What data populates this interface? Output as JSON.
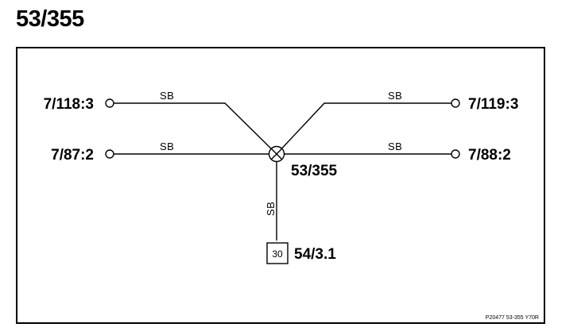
{
  "title": "53/355",
  "splice": {
    "label": "53/355"
  },
  "connectors": {
    "top_left": "7/118:3",
    "mid_left": "7/87:2",
    "top_right": "7/119:3",
    "mid_right": "7/88:2"
  },
  "ground": {
    "terminal": "30",
    "label": "54/3.1"
  },
  "wires": {
    "top_left": "SB",
    "mid_left": "SB",
    "top_right": "SB",
    "mid_right": "SB",
    "bottom": "SB"
  },
  "reference": "P20477 53-355 Y70R"
}
